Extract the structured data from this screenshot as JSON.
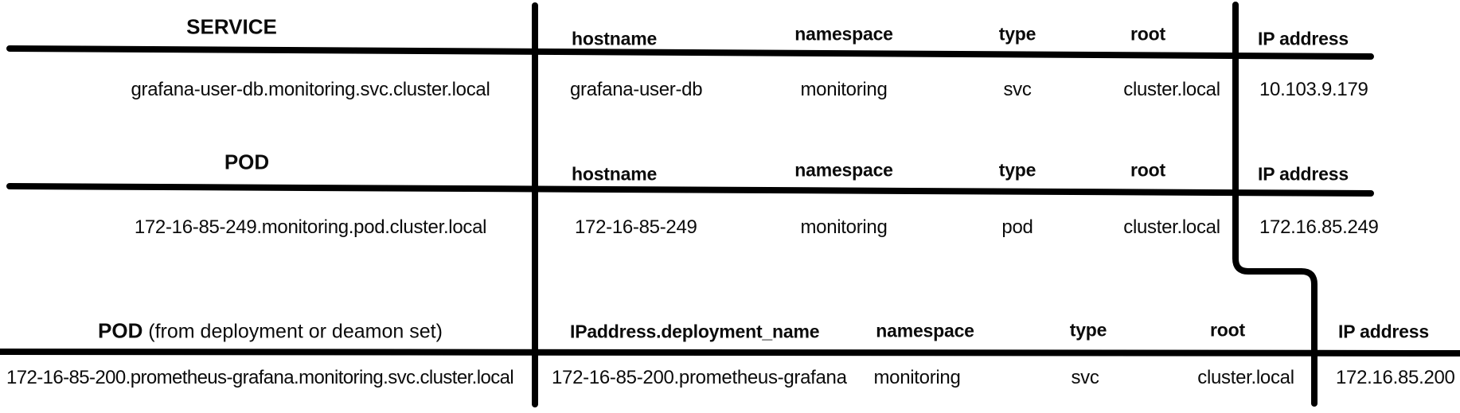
{
  "diagram": {
    "ink_color": "#000000",
    "background_color": "#ffffff"
  },
  "sections": [
    {
      "id": "service",
      "title": "SERVICE",
      "title_suffix": "",
      "dns_name": "grafana-user-db.monitoring.svc.cluster.local",
      "columns": [
        {
          "label": "hostname",
          "value": "grafana-user-db"
        },
        {
          "label": "namespace",
          "value": "monitoring"
        },
        {
          "label": "type",
          "value": "svc"
        },
        {
          "label": "root",
          "value": "cluster.local"
        },
        {
          "label": "IP address",
          "value": "10.103.9.179"
        }
      ]
    },
    {
      "id": "pod",
      "title": "POD",
      "title_suffix": "",
      "dns_name": "172-16-85-249.monitoring.pod.cluster.local",
      "columns": [
        {
          "label": "hostname",
          "value": "172-16-85-249"
        },
        {
          "label": "namespace",
          "value": "monitoring"
        },
        {
          "label": "type",
          "value": "pod"
        },
        {
          "label": "root",
          "value": "cluster.local"
        },
        {
          "label": "IP address",
          "value": "172.16.85.249"
        }
      ]
    },
    {
      "id": "pod-from-deployment",
      "title": "POD",
      "title_suffix": " (from deployment or deamon set)",
      "dns_name": "172-16-85-200.prometheus-grafana.monitoring.svc.cluster.local",
      "columns": [
        {
          "label": "IPaddress.deployment_name",
          "value": "172-16-85-200.prometheus-grafana"
        },
        {
          "label": "namespace",
          "value": "monitoring"
        },
        {
          "label": "type",
          "value": "svc"
        },
        {
          "label": "root",
          "value": "cluster.local"
        },
        {
          "label": "IP address",
          "value": "172.16.85.200"
        }
      ]
    }
  ]
}
